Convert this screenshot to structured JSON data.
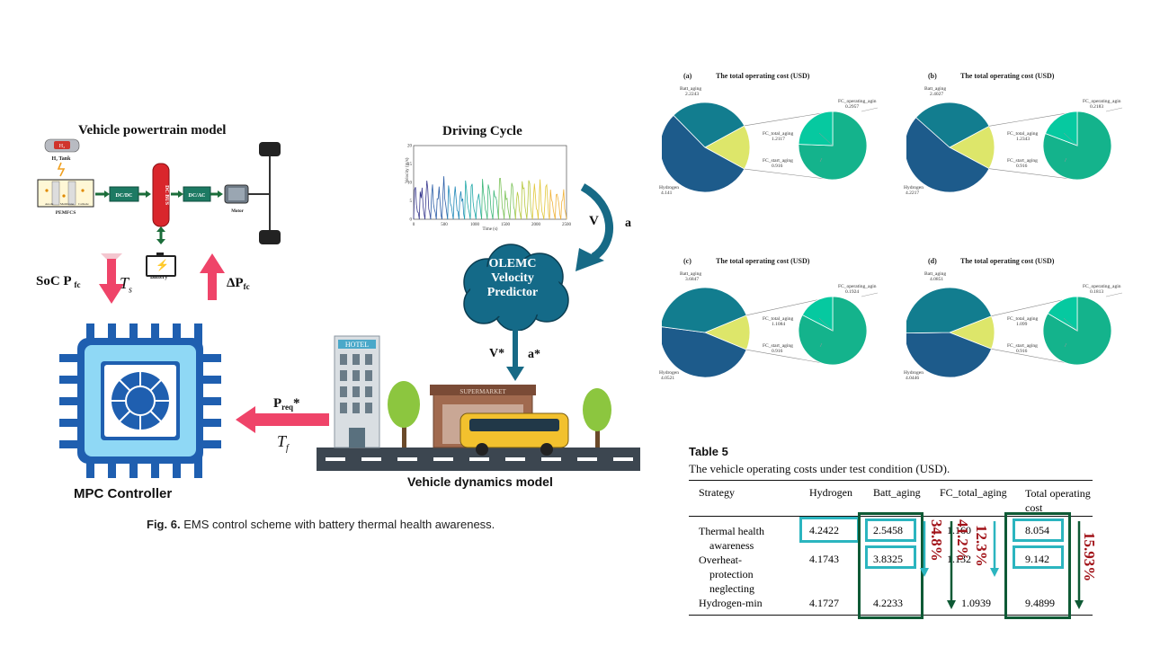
{
  "left": {
    "powertrain_title": "Vehicle powertrain model",
    "h2_tank": "H₂ Tank",
    "h2_chip": "H₂",
    "pemfcs": "PEMFCS",
    "anode": "Anode",
    "membrane": "Membrane",
    "cathode": "Cathode",
    "dcdc": "DC/DC",
    "dcbus": "DC BUS",
    "dcac": "DC/AC",
    "motor": "Motor",
    "battery": "Battery",
    "driving_title": "Driving Cycle",
    "ylabel": "Velocity (m/s)",
    "xlabel": "Time (s)",
    "xticks": [
      "0",
      "500",
      "1000",
      "1500",
      "2000",
      "2500"
    ],
    "yticks": [
      "0",
      "5",
      "10",
      "15",
      "20"
    ],
    "V": "V",
    "a": "a",
    "olemc": [
      "OLEMC",
      "Velocity",
      "Predictor"
    ],
    "Vstar": "V*",
    "astar": "a*",
    "soc": "SoC P",
    "fc_sub": "fc",
    "Ts": "T",
    "Ts_sub": "s",
    "dpfc": "ΔP",
    "dpfc_sub": "fc",
    "preq": "P",
    "preq_sub": "req",
    "preq_star": "*",
    "Tf": "T",
    "Tf_sub": "f",
    "hotel": "HOTEL",
    "supermarket": "SUPERMARKET",
    "mpc": "MPC Controller",
    "dyn": "Vehicle dynamics model",
    "caption_bold": "Fig. 6.",
    "caption_text": "EMS control scheme with battery thermal health awareness."
  },
  "pies": [
    {
      "letter": "(a)",
      "title": "The total operating cost (USD)",
      "batt_label": "Batt_aging",
      "batt": "2.2243",
      "hyd_label": "Hydrogen",
      "hyd": "4.141",
      "fct_label": "FC_total_aging",
      "fct": "1.2117",
      "fco_label": "FC_operating_agin",
      "fco": "0.2957",
      "fcs_label": "FC_start_aging",
      "fcs": "0.916"
    },
    {
      "letter": "(b)",
      "title": "The total operating cost (USD)",
      "batt_label": "Batt_aging",
      "batt": "2.4027",
      "hyd_label": "Hydrogen",
      "hyd": "4.2217",
      "fct_label": "FC_total_aging",
      "fct": "1.2343",
      "fco_label": "FC_operating_agin",
      "fco": "0.2183",
      "fcs_label": "FC_start_aging",
      "fcs": "0.916"
    },
    {
      "letter": "(c)",
      "title": "The total operating cost (USD)",
      "batt_label": "Batt_aging",
      "batt": "3.6847",
      "hyd_label": "Hydrogen",
      "hyd": "4.0521",
      "fct_label": "FC_total_aging",
      "fct": "1.1084",
      "fco_label": "FC_operating_agin",
      "fco": "0.1924",
      "fcs_label": "FC_start_aging",
      "fcs": "0.916"
    },
    {
      "letter": "(d)",
      "title": "The total operating cost (USD)",
      "batt_label": "Batt_aging",
      "batt": "4.0851",
      "hyd_label": "Hydrogen",
      "hyd": "4.0446",
      "fct_label": "FC_total_aging",
      "fct": "1.099",
      "fco_label": "FC_operating_agin",
      "fco": "0.1813",
      "fcs_label": "FC_start_aging",
      "fcs": "0.916"
    }
  ],
  "table": {
    "title": "Table 5",
    "subtitle": "The vehicle operating costs under test condition (USD).",
    "headers": [
      "Strategy",
      "Hydrogen",
      "Batt_aging",
      "FC_total_aging",
      "Total operating cost"
    ],
    "rows": [
      {
        "strategy": [
          "Thermal health",
          "awareness"
        ],
        "hydrogen": "4.2422",
        "batt": "2.5458",
        "fc": "1.160",
        "total": "8.054"
      },
      {
        "strategy": [
          "Overheat-",
          "protection",
          "neglecting"
        ],
        "hydrogen": "4.1743",
        "batt": "3.8325",
        "fc": "1.132",
        "total": "9.142"
      },
      {
        "strategy": [
          "Hydrogen-min"
        ],
        "hydrogen": "4.1727",
        "batt": "4.2233",
        "fc": "1.0939",
        "total": "9.4899"
      }
    ],
    "pct1": "34.8%",
    "pct2": "41.2%",
    "pct3": "12.3%",
    "pct4": "15.93%"
  },
  "colors": {
    "pie_dark": "#1d5b8b",
    "pie_teal": "#127d8f",
    "pie_yellow": "#dde66a",
    "pie_green": "#14b38c",
    "pie_green2": "#06c9a0",
    "arrow_pink": "#ef4469",
    "cyan_box": "#2bb5bf",
    "green_box": "#0e5a35",
    "red_text": "#a11218"
  },
  "chart_data": [
    {
      "type": "line",
      "title": "Driving Cycle",
      "xlabel": "Time (s)",
      "ylabel": "Velocity (m/s)",
      "xlim": [
        0,
        2500
      ],
      "ylim": [
        0,
        20
      ]
    },
    {
      "type": "pie",
      "title": "The total operating cost (USD)",
      "categories": [
        "Hydrogen",
        "Batt_aging",
        "FC_total_aging"
      ],
      "values": [
        4.141,
        2.2243,
        1.2117
      ],
      "sub_categories": [
        "FC_operating_agin",
        "FC_start_aging"
      ],
      "sub_values": [
        0.2957,
        0.916
      ]
    },
    {
      "type": "pie",
      "title": "The total operating cost (USD)",
      "categories": [
        "Hydrogen",
        "Batt_aging",
        "FC_total_aging"
      ],
      "values": [
        4.2217,
        2.4027,
        1.2343
      ],
      "sub_categories": [
        "FC_operating_agin",
        "FC_start_aging"
      ],
      "sub_values": [
        0.2183,
        0.916
      ]
    },
    {
      "type": "pie",
      "title": "The total operating cost (USD)",
      "categories": [
        "Hydrogen",
        "Batt_aging",
        "FC_total_aging"
      ],
      "values": [
        4.0521,
        3.6847,
        1.1084
      ],
      "sub_categories": [
        "FC_operating_agin",
        "FC_start_aging"
      ],
      "sub_values": [
        0.1924,
        0.916
      ]
    },
    {
      "type": "pie",
      "title": "The total operating cost (USD)",
      "categories": [
        "Hydrogen",
        "Batt_aging",
        "FC_total_aging"
      ],
      "values": [
        4.0446,
        4.0851,
        1.099
      ],
      "sub_categories": [
        "FC_operating_agin",
        "FC_start_aging"
      ],
      "sub_values": [
        0.1813,
        0.916
      ]
    }
  ]
}
